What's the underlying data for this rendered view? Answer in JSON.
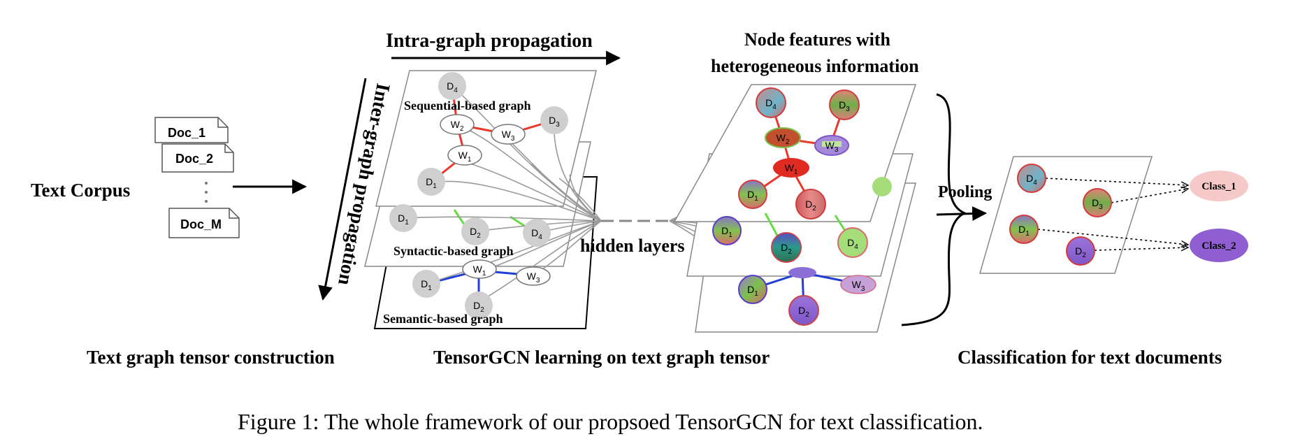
{
  "labels": {
    "intra_graph": "Intra-graph propagation",
    "inter_graph": "Inter-graph propagation",
    "text_corpus": "Text Corpus",
    "doc1": "Doc_1",
    "doc2": "Doc_2",
    "docM": "Doc_M",
    "sequential_graph": "Sequential-based graph",
    "syntactic_graph": "Syntactic-based graph",
    "semantic_graph": "Semantic-based graph",
    "hidden_layers": "hidden layers",
    "node_features_1": "Node features with",
    "node_features_2": "heterogeneous information",
    "pooling": "Pooling",
    "class1": "Class_1",
    "class2": "Class_2"
  },
  "sections": {
    "construction": "Text graph tensor  construction",
    "learning": "TensorGCN  learning on  text graph tensor",
    "classification": "Classification for text documents"
  },
  "caption": "Figure 1: The whole framework of our propsoed TensorGCN for text classification.",
  "nodes": {
    "d1": "D1",
    "d2": "D2",
    "d3": "D3",
    "d4": "D4",
    "w1": "W1",
    "w2": "W2",
    "w3": "W3"
  },
  "colors": {
    "sequential_edge": "#e8392a",
    "syntactic_edge": "#66dd44",
    "semantic_edge": "#1f3fd6",
    "doc_node": "#cfcfcf",
    "class1_fill": "#f6c9c9",
    "class2_fill": "#8f5fd1"
  }
}
